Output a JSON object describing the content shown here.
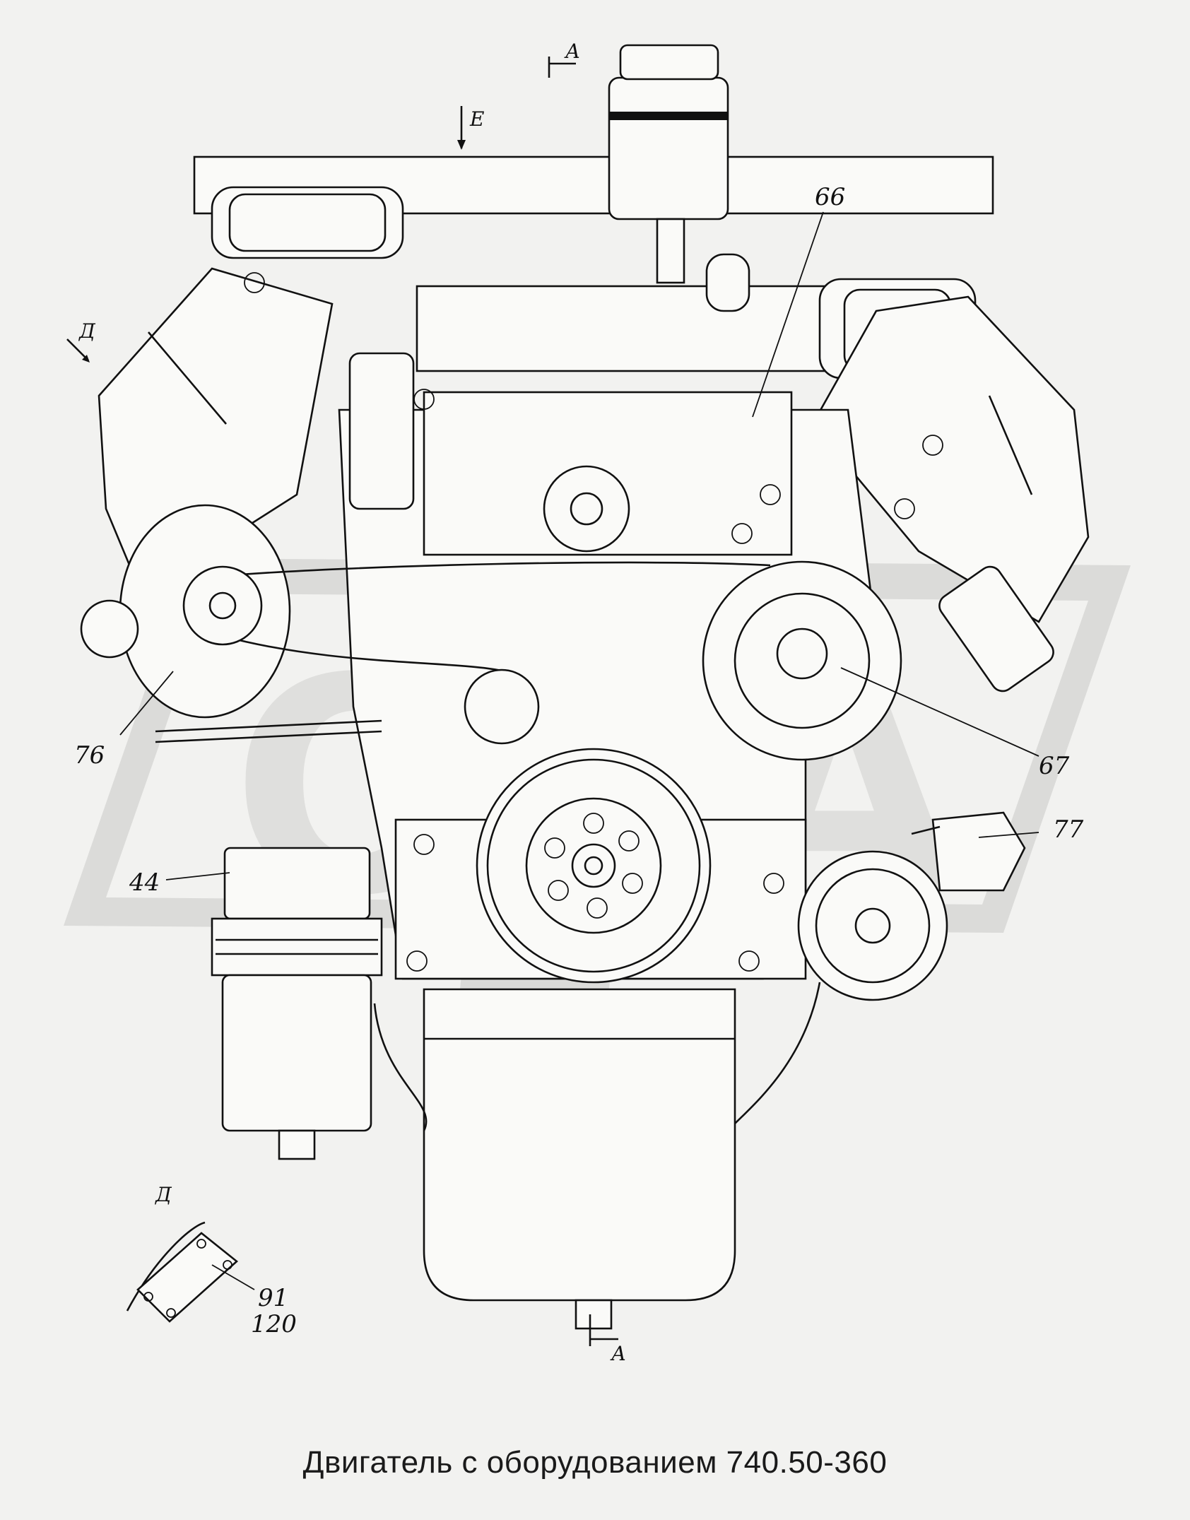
{
  "caption": "Двигатель с оборудованием 740.50-360",
  "watermark": "ОЛА",
  "section_marks": {
    "top": "А",
    "bottom": "А",
    "view_e": "Е",
    "view_d": "Д",
    "detail_d": "Д"
  },
  "part_callouts": {
    "p66": "66",
    "p76": "76",
    "p67": "67",
    "p77": "77",
    "p44": "44",
    "p91": "91",
    "p120": "120"
  },
  "colors": {
    "line": "#111111",
    "background": "#f2f2f0",
    "watermark": "#d6d6d4"
  }
}
